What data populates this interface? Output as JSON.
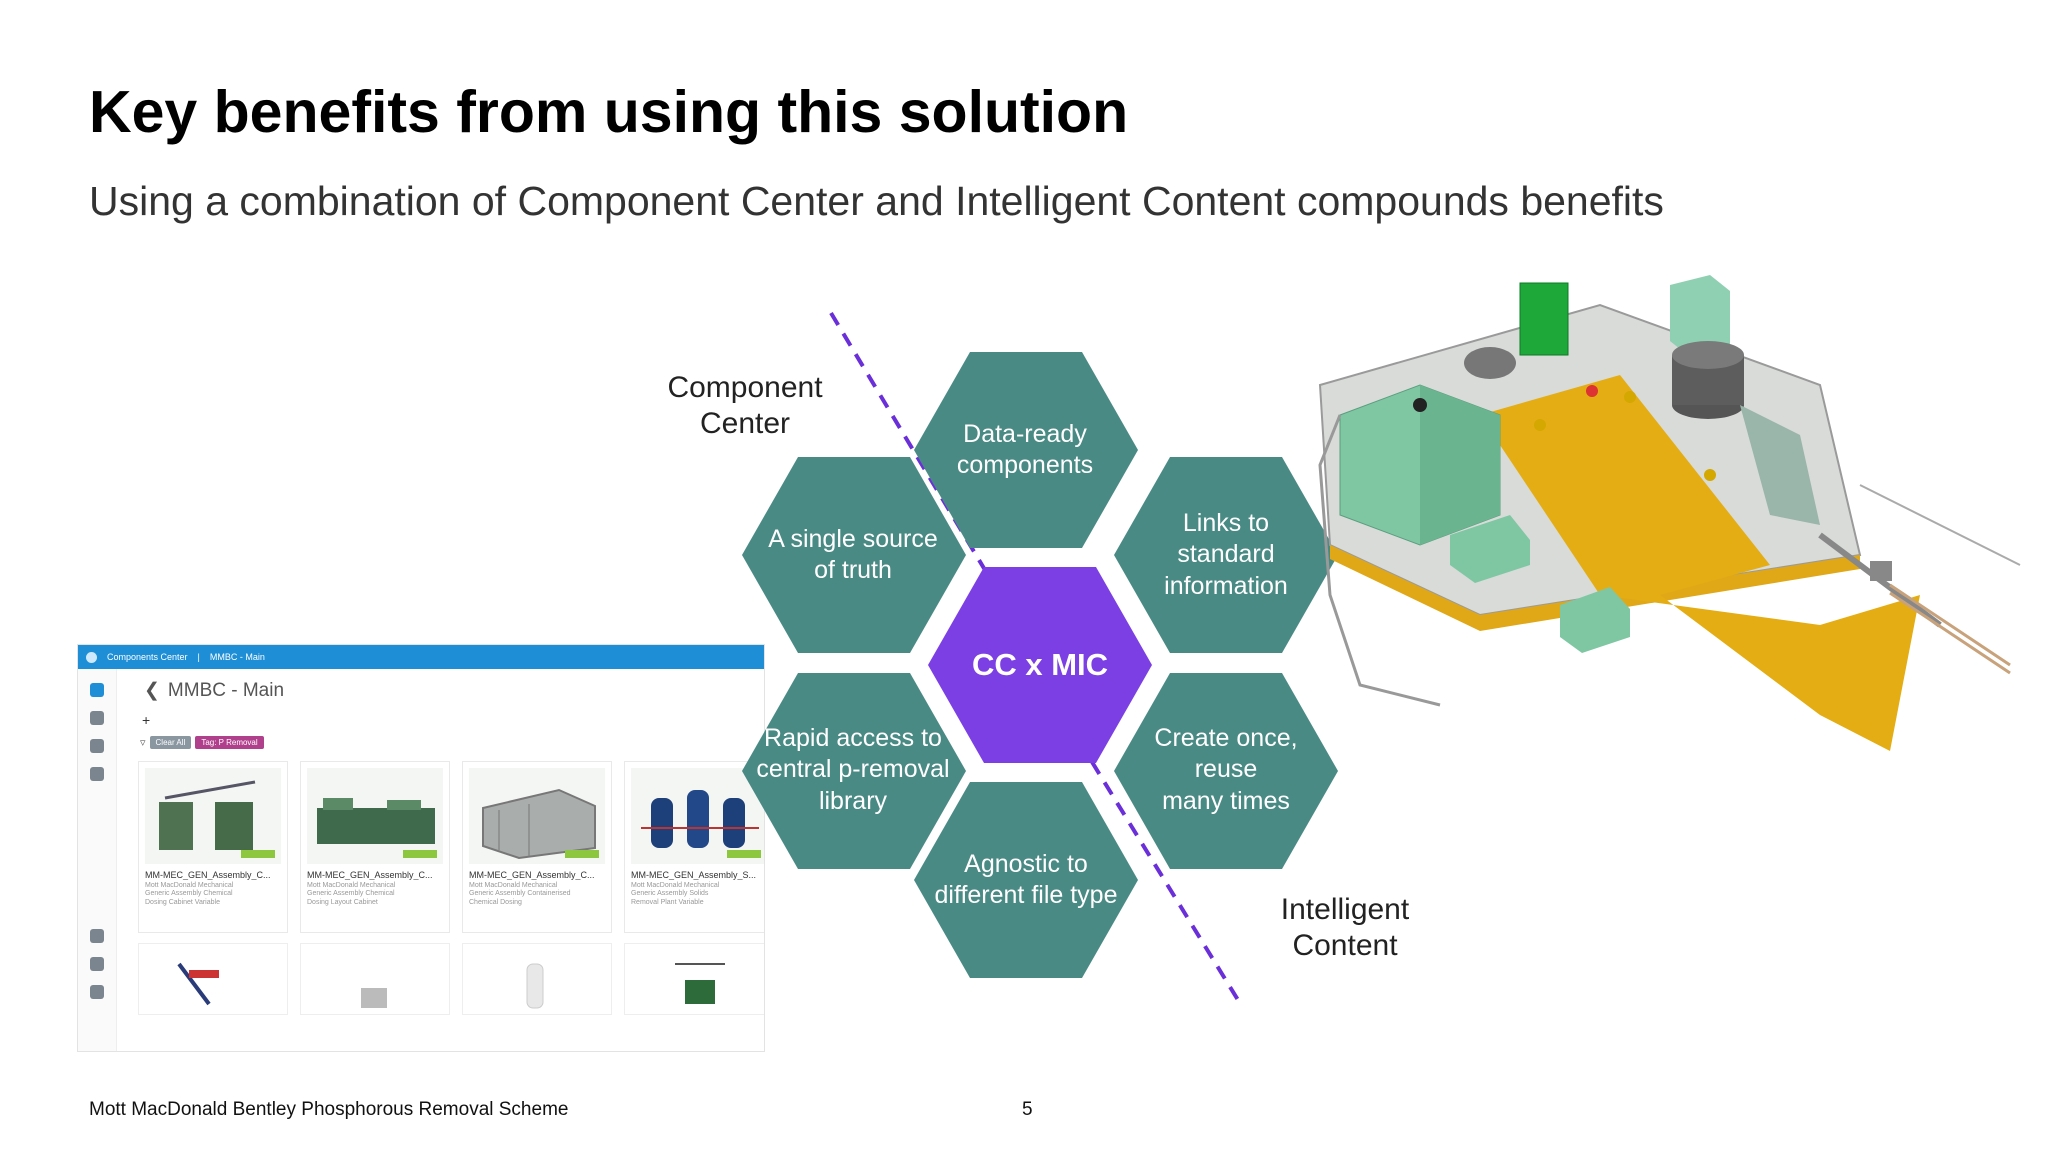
{
  "slide": {
    "title": "Key benefits from using this solution",
    "subtitle": "Using a combination of Component Center and Intelligent Content compounds benefits",
    "footer_left": "Mott MacDonald Bentley Phosphorous Removal Scheme",
    "page_number": "5"
  },
  "diagram": {
    "center_label": "CC x MIC",
    "hexes": [
      "Data-ready\ncomponents",
      "A single source\nof truth",
      "Links to\nstandard\ninformation",
      "Rapid access to\ncentral p-removal\nlibrary",
      "Create once,\nreuse\nmany times",
      "Agnostic to\ndifferent file type"
    ],
    "left_label": "Component\nCenter",
    "right_label": "Intelligent\nContent"
  },
  "colors": {
    "hex_teal": "#4a8a85",
    "hex_center": "#7b3fe4",
    "dashed_line": "#6a2fd8"
  },
  "cc_screenshot": {
    "app_name": "Components Center",
    "breadcrumb": "MMBC - Main",
    "heading": "MMBC - Main",
    "plus": "+",
    "filter_chip_1": "Clear All",
    "filter_chip_2": "Tag: P Removal",
    "cards": [
      {
        "name": "MM-MEC_GEN_Assembly_C...",
        "desc": "Mott MacDonald Mechanical\nGeneric Assembly Chemical\nDosing Cabinet Variable"
      },
      {
        "name": "MM-MEC_GEN_Assembly_C...",
        "desc": "Mott MacDonald Mechanical\nGeneric Assembly Chemical\nDosing Layout Cabinet"
      },
      {
        "name": "MM-MEC_GEN_Assembly_C...",
        "desc": "Mott MacDonald Mechanical\nGeneric Assembly Containerised\nChemical Dosing"
      },
      {
        "name": "MM-MEC_GEN_Assembly_S...",
        "desc": "Mott MacDonald Mechanical\nGeneric Assembly Solids\nRemoval Plant Variable"
      }
    ]
  }
}
